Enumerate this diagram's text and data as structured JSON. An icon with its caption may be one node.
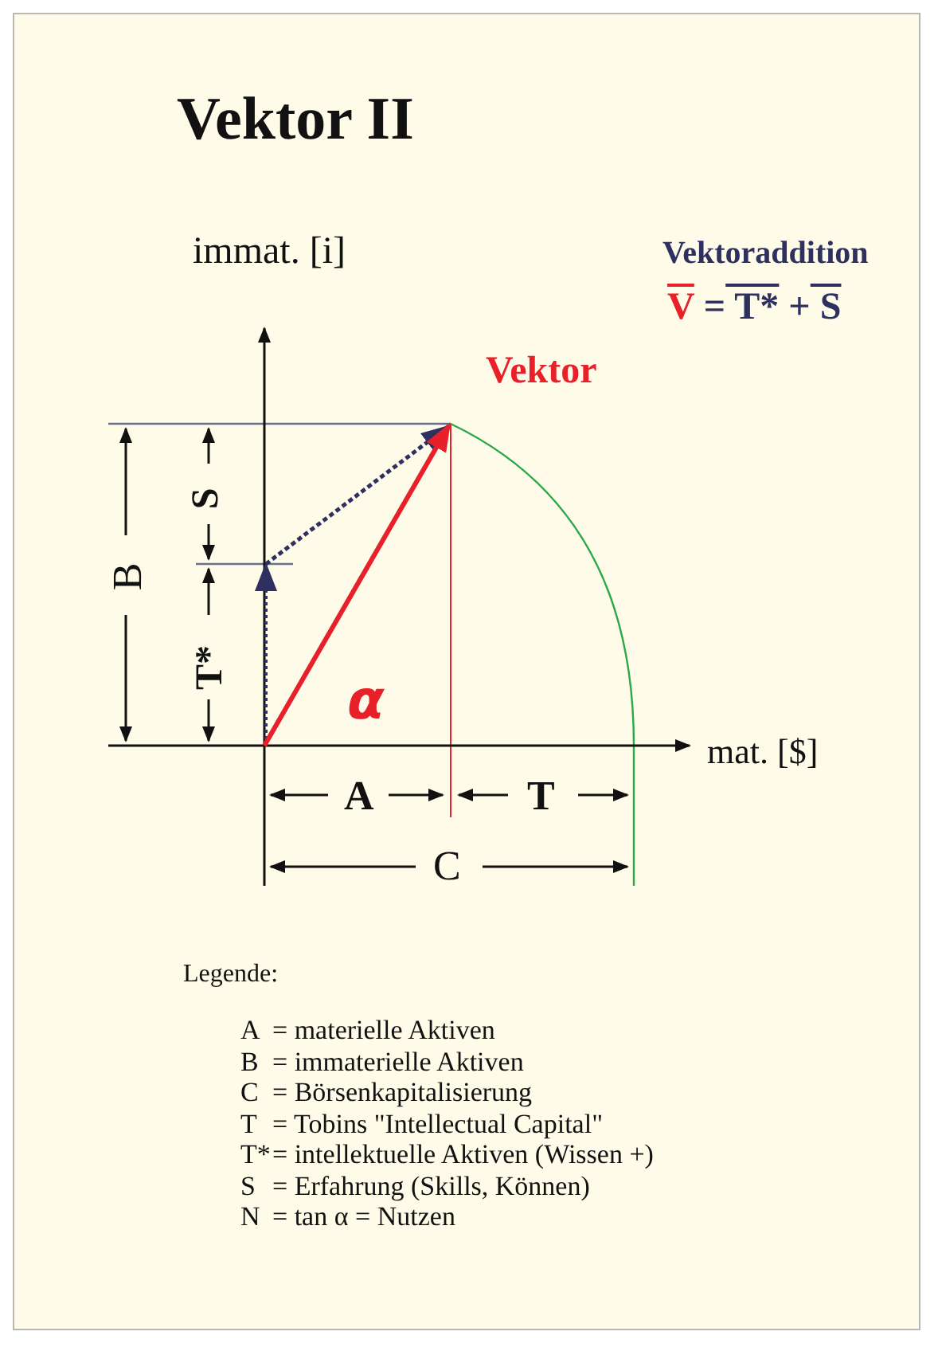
{
  "diagram": {
    "title": "Vektor II",
    "labels": [
      "immat. [i]",
      "Vektoraddition",
      "V = T* + S",
      "Vektor",
      "B",
      "S",
      "T*",
      "α",
      "mat. [$]",
      "A",
      "T",
      "C",
      "Legende:",
      "A",
      "= materielle Aktiven",
      "B",
      "= immaterielle Aktiven",
      "C",
      "= Börsenkapitalisierung",
      "T",
      "= Tobins \"Intellectual Capital\"",
      "T*",
      "= intellektuelle Aktiven (Wissen +)",
      "S",
      "= Erfahrung (Skills, Können)",
      "N",
      "= tan α = Nutzen"
    ]
  }
}
